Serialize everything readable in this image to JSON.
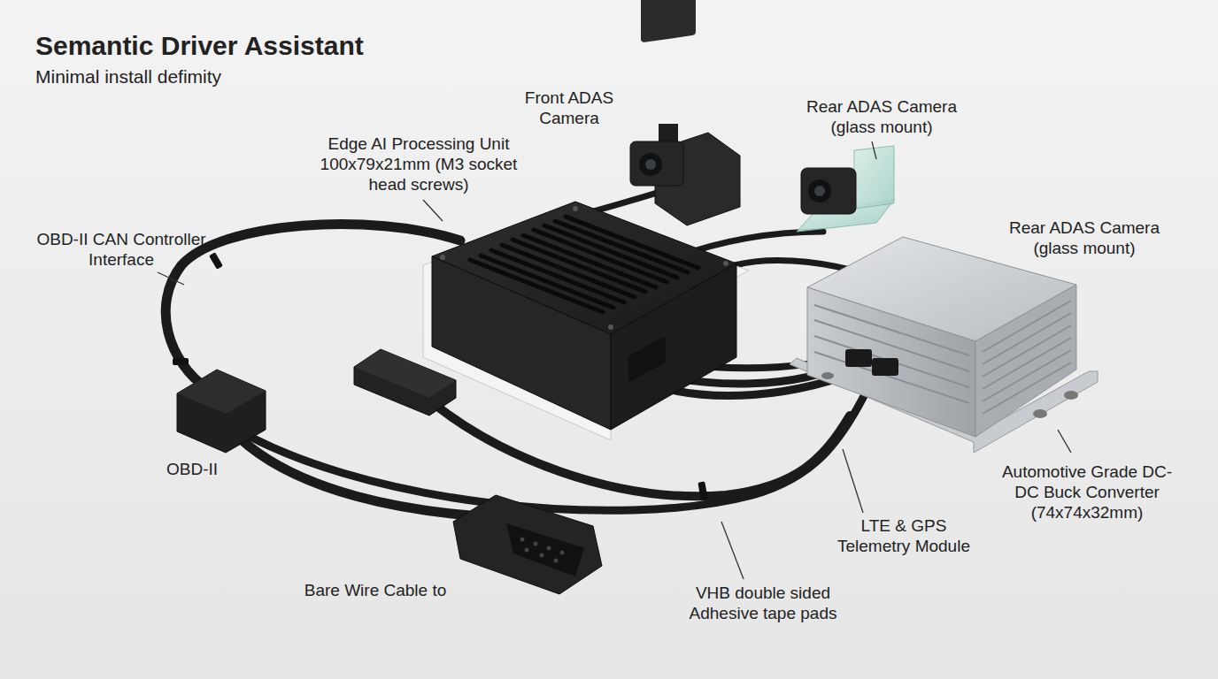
{
  "diagram": {
    "title": "Semantic Driver Assistant",
    "labels": [
      "Minimal install defimity",
      "Front ADAS Camera",
      "Edge AI Processing Unit 100x79x21mm (M3 socket head screws)",
      "Rear ADAS Camera (glass mount)",
      "OBD-II CAN Controller Interface",
      "Rear ADAS Camera (glass mount)",
      "OBD-II",
      "Automotive Grade DC-DC Buck Converter (74x74x32mm)",
      "LTE & GPS Telemetry Module",
      "Bare Wire Cable to",
      "VHB double sided Adhesive tape pads"
    ]
  }
}
